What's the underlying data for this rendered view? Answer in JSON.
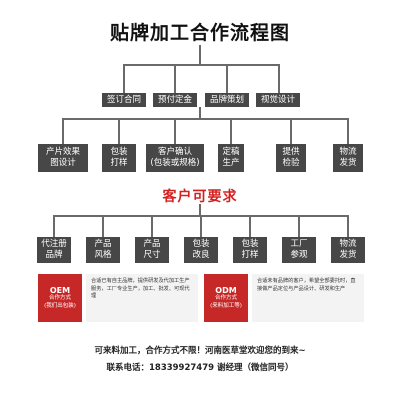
{
  "title": "贴牌加工合作流程图",
  "stage1": [
    "签订合同",
    "预付定金",
    "品牌策划",
    "视觉设计"
  ],
  "stage2": [
    [
      "产片效果",
      "图设计"
    ],
    [
      "包装",
      "打样"
    ],
    [
      "客户确认",
      "(包装或规格)"
    ],
    [
      "定稿",
      "生产"
    ],
    [
      "提供",
      "检验"
    ],
    [
      "物流",
      "发货"
    ]
  ],
  "requirements_title": "客户可要求",
  "stage3": [
    [
      "代注册",
      "品牌"
    ],
    [
      "产品",
      "风格"
    ],
    [
      "产品",
      "尺寸"
    ],
    [
      "包装",
      "改良"
    ],
    [
      "包装",
      "打样"
    ],
    [
      "工厂",
      "参观"
    ],
    [
      "物流",
      "发货"
    ]
  ],
  "oem": {
    "label": "OEM",
    "sub1": "合作方式",
    "sub2": "(我们出包装)",
    "description": "合适已有自主品牌，提供研发及代加工生产服务，工厂专业生产，加工、批发、可现代理"
  },
  "odm": {
    "label": "ODM",
    "sub1": "合作方式",
    "sub2": "(来料加工等)",
    "description": "合适未有品牌的客户，希望全部委托时，直接做产品定位与产品设计、研发和生产"
  },
  "slogan": "可来料加工，合作方式不限！河南医草堂欢迎您的到来~",
  "contact": "联系电话：18339927479    谢经理（微信同号）",
  "colors": {
    "box": "#474747",
    "accent": "#c62828",
    "line": "#6a6a6a"
  }
}
